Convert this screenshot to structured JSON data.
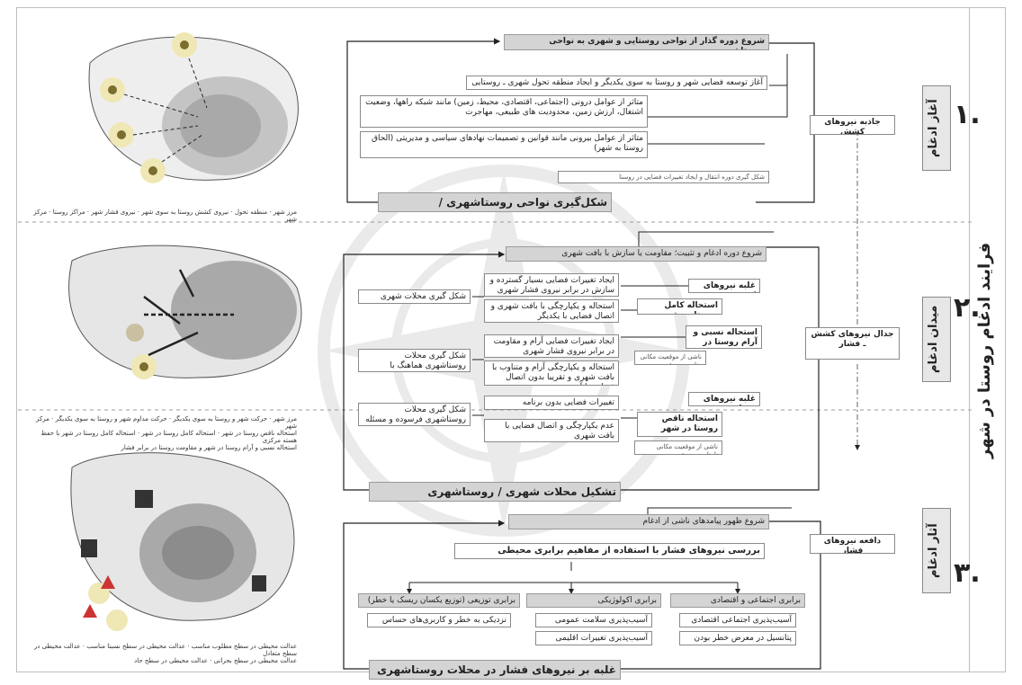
{
  "title": "فرایند ادغام روستا در شهر",
  "stages": [
    {
      "num": "۱.",
      "name": "آغاز ادغام",
      "force": "جاذبه نیروهای کشش",
      "start": "شروع دوره گذار از نواحی روستایی و شهری به نواحی روستاشهری",
      "step1": "آغاز توسعه فضایی شهر و روستا به سوی یکدیگر و ایجاد منطقه تحول شهری ـ روستایی",
      "factor_in": "متاثر از عوامل درونی (اجتماعی، اقتصادی، محیط، زمین) مانند شبکه راهها، وضعیت اشتغال، ارزش زمین، محدودیت های طبیعی، مهاجرت",
      "factor_out": "متاثر از عوامل بیرونی مانند قوانین و تصمیمات نهادهای سیاسی و مدیریتی (الحاق روستا به شهر)",
      "transition": "شکل گیری دوره انتقال و ایجاد تغییرات فضایی در روستا",
      "result": "شکل‌گیری نواحی روستاشهری / پیراشهری"
    },
    {
      "num": "۲.",
      "name": "میدان ادغام",
      "force": "جدال نیروهای کشش ـ فشار",
      "start": "شروع دوره ادغام و تثبیت؛ مقاومت یا سازش با بافت شهری",
      "pull": "غلبه نیروهای کشش",
      "full": "استحاله کامل روستا در شهر",
      "relative": "استحاله نسبی و آرام روستا در شهر",
      "relative_note": "ناشی از موقعیت مکانی مناسب در شهر",
      "push": "غلبه نیروهای فشار",
      "partial": "استحاله ناقص روستا در شهر",
      "partial_note": "ناشی از موقعیت مکانی نامناسب در شهر",
      "c1a": "ایجاد تغییرات فضایی بسیار گسترده و سازش در برابر نیروی فشار شهری",
      "c1b": "استحاله و یکپارچگی با بافت شهری و اتصال فضایی با یکدیگر",
      "o1": "شکل گیری محلات شهری",
      "c2a": "ایجاد تغییرات فضایی آرام و مقاومت در برابر نیروی فشار شهری",
      "c2b": "استحاله و یکپارچگی آرام و متناوب با بافت شهری و تقریبا بدون اتصال فضایی با آن",
      "o2": "شکل گیری محلات روستاشهری هماهنگ با تغییرات فضایی شهر",
      "c3a": "تغییرات فضایی بدون برنامه",
      "c3b": "عدم یکپارچگی و اتصال فضایی با بافت شهری",
      "o3": "شکل گیری محلات روستاشهری فرسوده و مسئله دار",
      "result": "تشکیل محلات شهری / روستاشهری"
    },
    {
      "num": "۳.",
      "name": "آثار ادغام",
      "force": "دافعه نیروهای فشار",
      "start": "شروع ظهور پیامدهای ناشی از ادغام",
      "review": "بررسی نیروهای فشار با استفاده از مفاهیم برابری محیطی",
      "col1": "برابری اجتماعی و اقتصادی",
      "col1a": "آسیب‌پذیری اجتماعی اقتصادی",
      "col1b": "پتانسیل در معرض خطر بودن",
      "col2": "برابری اکولوژیکی",
      "col2a": "آسیب‌پذیری سلامت عمومی",
      "col2b": "آسیب‌پذیری تغییرات اقلیمی",
      "col3": "برابری توزیعی (توزیع یکسان ریسک یا خطر)",
      "col3a": "نزدیکی به خطر و کاربری‌های حساس",
      "result": "غلبه بر نیروهای فشار در محلات روستاشهری"
    }
  ],
  "legends": {
    "l1": [
      "مرز شهر",
      "منطقه تحول",
      "نیروی کشش روستا به سوی شهر",
      "نیروی فشار شهر",
      "مراکز روستا",
      "مرکز شهر"
    ],
    "l2": [
      "مرز شهر",
      "حرکت شهر و روستا به سوی یکدیگر",
      "حرکت مداوم شهر و روستا به سوی یکدیگر",
      "مرکز شهر",
      "استحاله ناقص روستا در شهر",
      "استحاله کامل روستا در شهر",
      "استحاله کامل روستا در شهر با حفظ هسته مرکزی",
      "استحاله نسبی و آرام روستا در شهر و مقاومت روستا در برابر فشار"
    ],
    "l3": [
      "عدالت محیطی در سطح مطلوب مناسب",
      "عدالت محیطی در سطح نسبتا مناسب",
      "عدالت محیطی در سطح متعادل",
      "عدالت محیطی در سطح بحرانی",
      "عدالت محیطی در سطح حاد"
    ]
  }
}
